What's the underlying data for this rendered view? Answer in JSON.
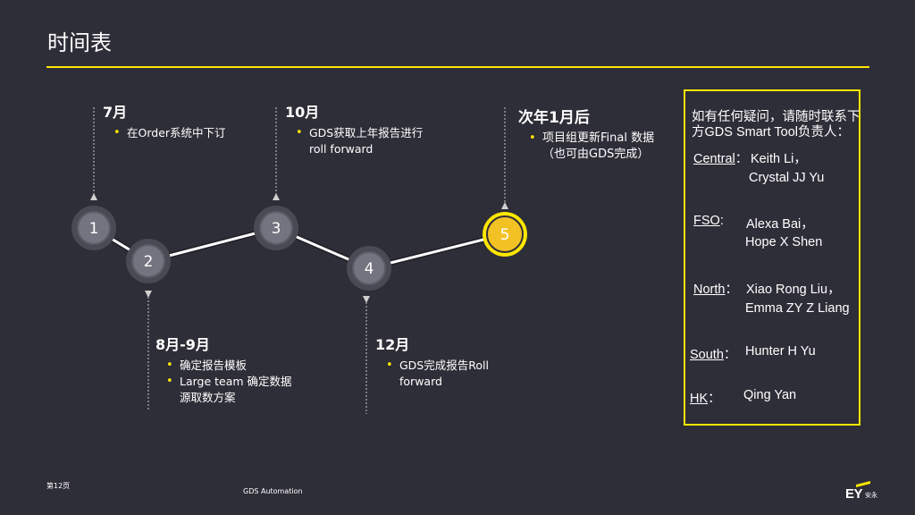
{
  "title": "时间表",
  "milestones": [
    {
      "number": "1",
      "date": "7月",
      "items": [
        "在Order系统中下订"
      ]
    },
    {
      "number": "2",
      "date": "8月-9月",
      "items": [
        "确定报告模板",
        "Large team 确定数据源取数方案"
      ]
    },
    {
      "number": "3",
      "date": "10月",
      "items": [
        "GDS获取上年报告进行roll forward"
      ]
    },
    {
      "number": "4",
      "date": "12月",
      "items": [
        "GDS完成报告Roll forward"
      ]
    },
    {
      "number": "5",
      "date": "次年1月后",
      "items": [
        "项目组更新Final 数据（也可由GDS完成）"
      ]
    }
  ],
  "contact": {
    "intro": "如有任何疑问，请随时联系下方GDS Smart Tool负责人：",
    "regions": [
      {
        "label": "Central",
        "sep": "：",
        "names": [
          "Keith Li，",
          "Crystal JJ Yu"
        ]
      },
      {
        "label": "FSO",
        "sep": ":",
        "names": [
          "Alexa Bai，",
          "Hope X Shen"
        ]
      },
      {
        "label": "North",
        "sep": "：",
        "names": [
          "Xiao Rong Liu，",
          "Emma ZY Z Liang"
        ]
      },
      {
        "label": "South",
        "sep": "：",
        "names": [
          "Hunter H Yu"
        ]
      },
      {
        "label": "HK",
        "sep": "：",
        "names": [
          "Qing Yan"
        ]
      }
    ]
  },
  "footer": {
    "page": "第12页",
    "project": "GDS Automation",
    "logo_text": "EY",
    "logo_cn": "安永"
  },
  "colors": {
    "background": "#2e2e38",
    "accent": "#ffe600",
    "circle_fill": "#747480",
    "circle_ring": "#4a4a55"
  },
  "icons": {
    "bullet": "bullet-dot-icon",
    "connector_arrow": "arrow-triangle-icon"
  }
}
